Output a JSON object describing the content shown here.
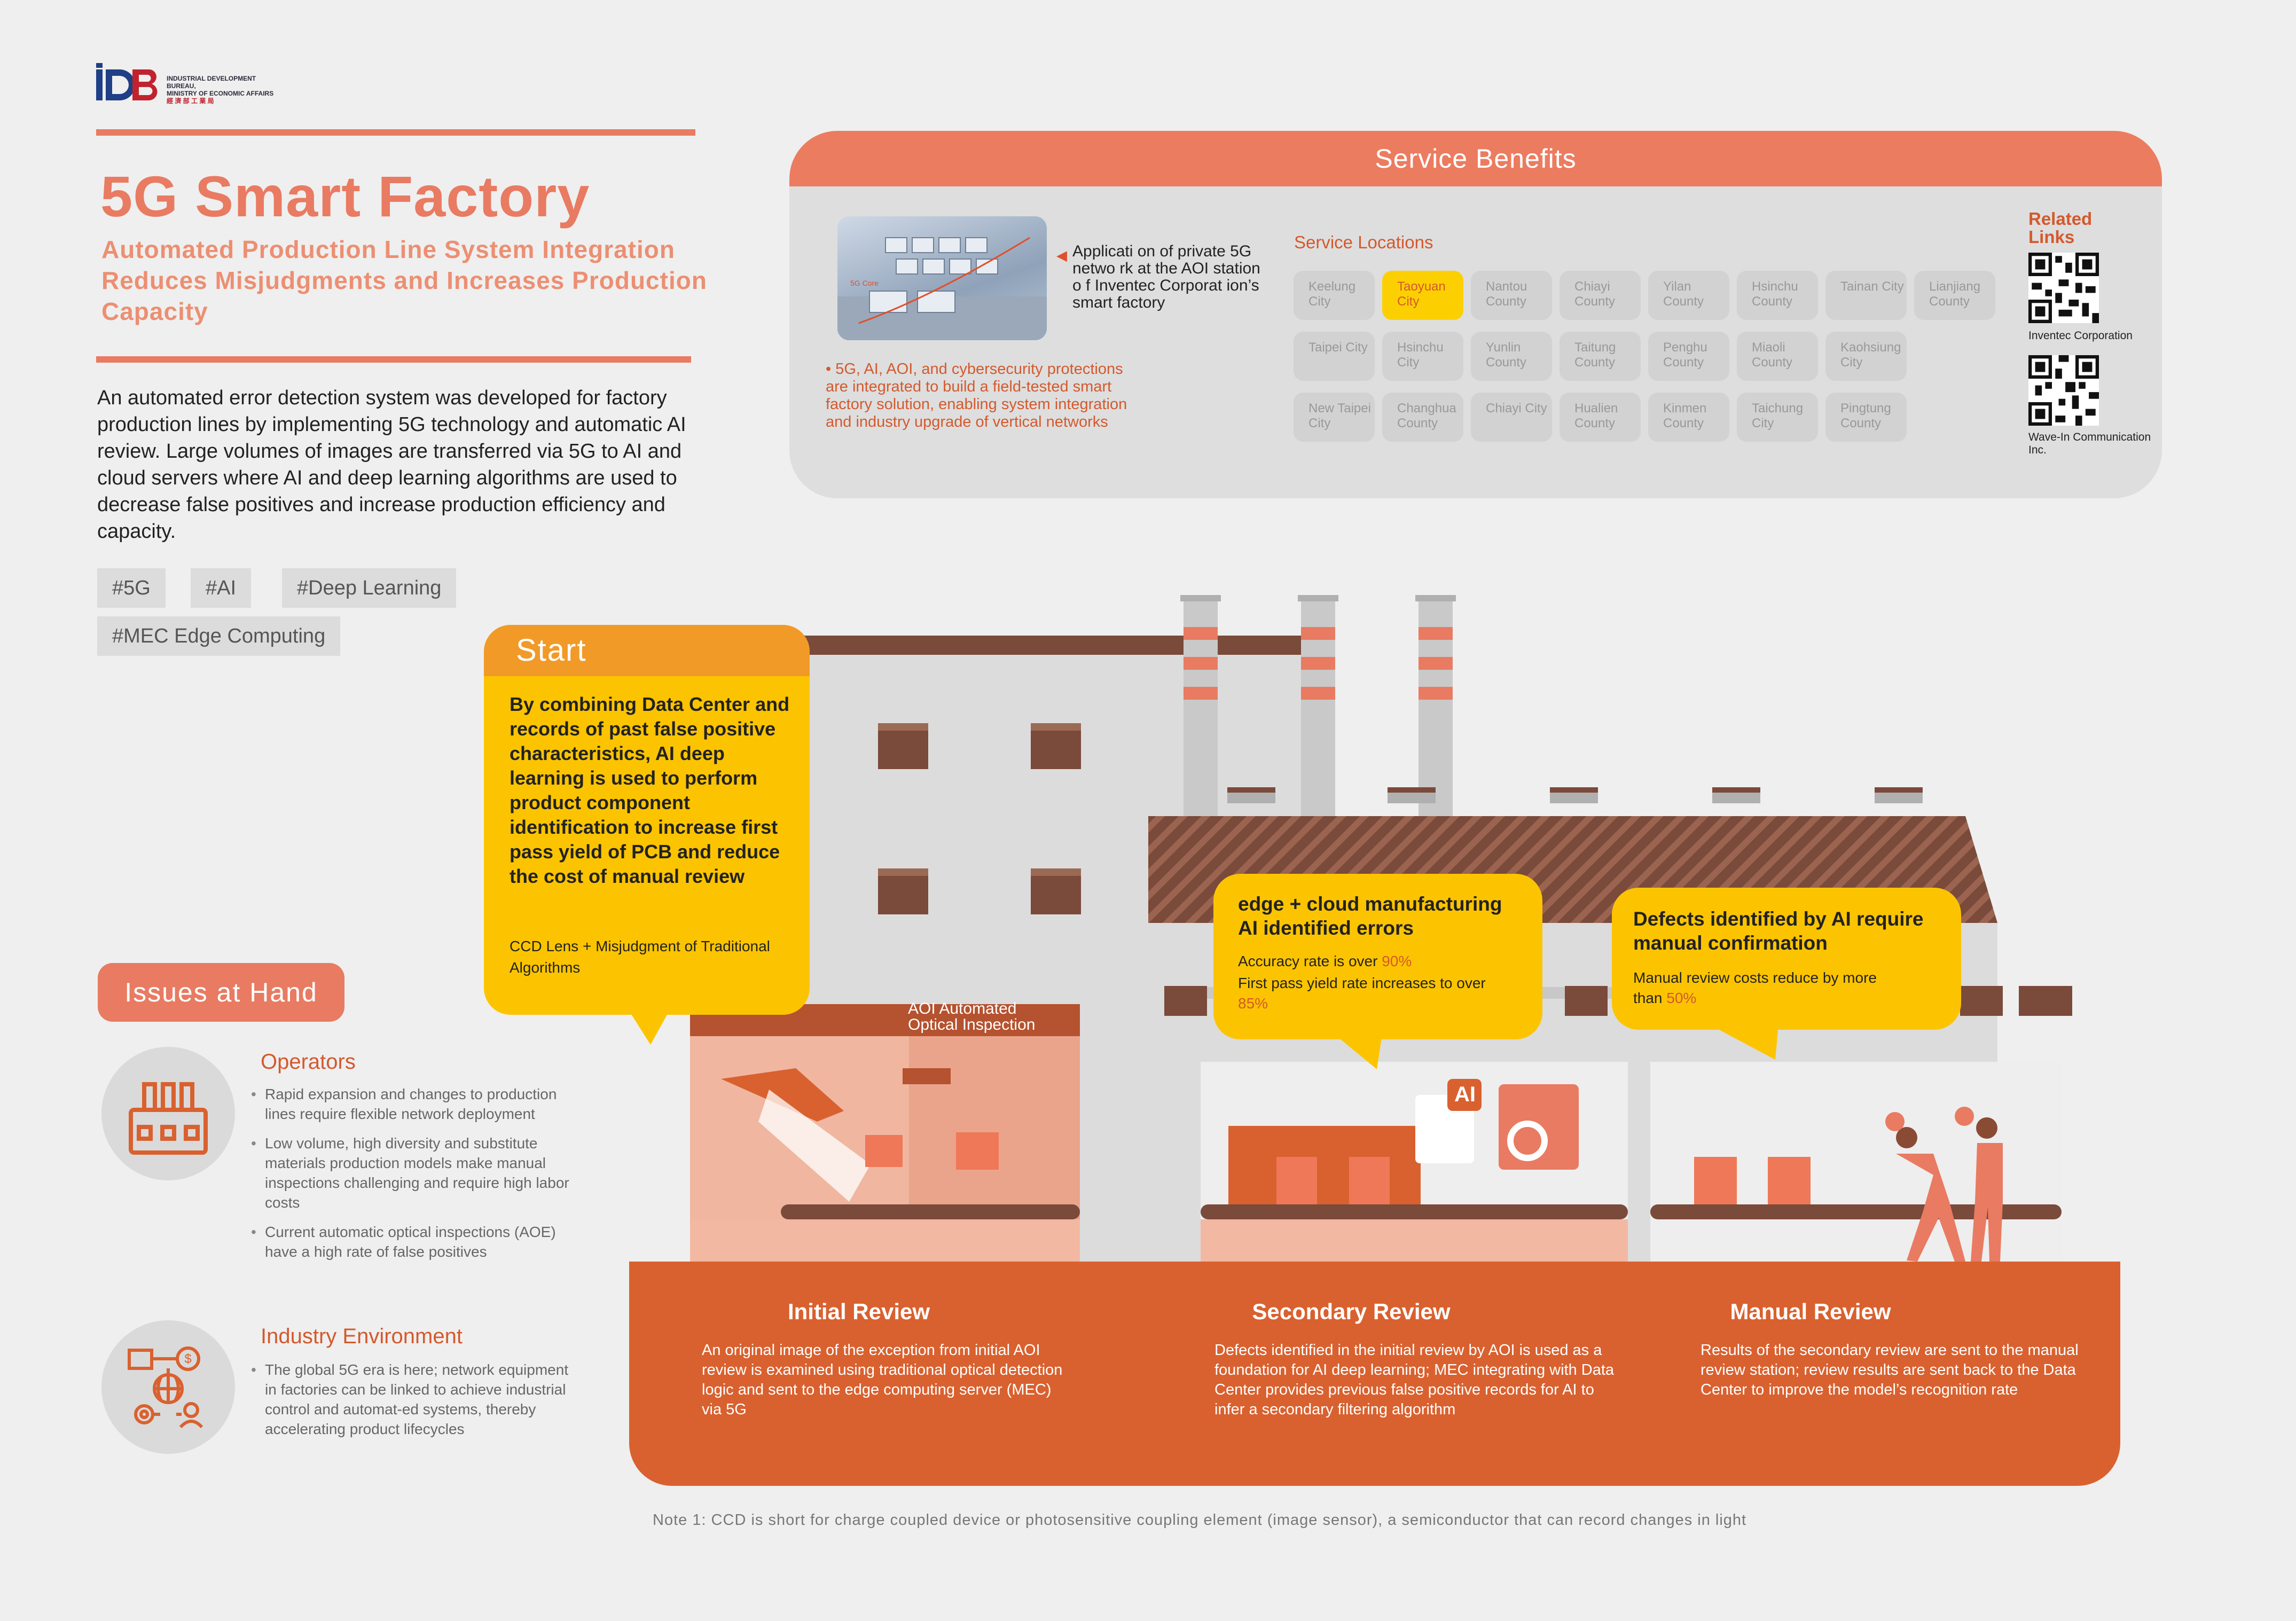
{
  "logo": {
    "mark": "iDB",
    "line1": "INDUSTRIAL DEVELOPMENT BUREAU,",
    "line2": "MINISTRY OF ECONOMIC AFFAIRS",
    "line3": "經 濟 部 工 業 局"
  },
  "header": {
    "title": "5G Smart Factory",
    "subtitle": "Automated Production Line System Integration Reduces Misjudgments and Increases Production Capacity"
  },
  "description": "An automated error detection system was developed for factory production lines by implementing 5G technology and automatic AI review. Large volumes of images are transferred via 5G to AI and cloud servers where AI and deep learning algorithms are used to decrease false positives and increase production efficiency and capacity.",
  "tags": [
    "#5G",
    "#AI",
    "#Deep Learning",
    "#MEC Edge Computing"
  ],
  "issues": {
    "title": "Issues at Hand",
    "operators": {
      "heading": "Operators",
      "bullets": [
        "Rapid expansion and changes to production lines require flexible network deployment",
        "Low volume, high diversity and substitute materials production models make manual inspections challenging and require high labor costs",
        "Current automatic optical inspections (AOE) have a high rate of false positives"
      ]
    },
    "industry": {
      "heading": "Industry Environment",
      "bullets": [
        "The global 5G era is here; network equipment in factories can be linked to achieve industrial control and automat-ed systems, thereby accelerating product lifecycles"
      ]
    }
  },
  "service": {
    "title": "Service Benefits",
    "photo_label": "5G Core",
    "caption": "Applicati on of private 5G netwo rk at the AOI station o f Inventec Corporat ion’s smart factory",
    "bullet": "5G, AI, AOI, and cybersecurity protections are integrated to build a field-tested smart factory solution, enabling system integration and industry upgrade of vertical networks",
    "locations_title": "Service Locations",
    "locations": [
      [
        "Keelung City",
        "Taoyuan City",
        "Nantou County",
        "Chiayi County",
        "Yilan County",
        "Hsinchu County",
        "Tainan City",
        "Lianjiang County"
      ],
      [
        "Taipei City",
        "Hsinchu City",
        "Yunlin County",
        "Taitung County",
        "Penghu County",
        "Miaoli County",
        "Kaohsiung City"
      ],
      [
        "New Taipei City",
        "Changhua County",
        "Chiayi City",
        "Hualien County",
        "Kinmen County",
        "Taichung City",
        "Pingtung County"
      ]
    ],
    "highlight": "Taoyuan City",
    "links_title": "Related Links",
    "link1": "Inventec Corporation",
    "link2": "Wave-In Communication Inc."
  },
  "start": {
    "label": "Start",
    "body": "By combining Data Center and records of past false positive characteristics, AI deep learning is used to perform product component identification to increase first pass yield of PCB and reduce the cost of manual review",
    "note": "CCD Lens + Misjudgment of Traditional Algorithms"
  },
  "aoi_label": "AOI Automated Optical Inspection",
  "ai_badge": "AI",
  "bubble2": {
    "title": "edge + cloud manufacturing AI identified errors",
    "line1_pre": "Accuracy rate is over ",
    "line1_val": "90%",
    "line2_pre": "First pass yield rate increases to over ",
    "line2_val": "85%"
  },
  "bubble3": {
    "title": "Defects identified by AI require manual confirmation",
    "line_pre": "Manual review costs reduce by more than ",
    "line_val": "50%"
  },
  "reviews": [
    {
      "title": "Initial Review",
      "text": "An original image of the exception from initial AOI review is examined using traditional optical detection logic and sent to the edge computing server (MEC) via 5G"
    },
    {
      "title": "Secondary Review",
      "text": "Defects identified in the initial review by AOI is used as a foundation for AI deep learning; MEC integrating with Data Center provides previous false positive records for AI to infer a secondary filtering algorithm"
    },
    {
      "title": "Manual Review",
      "text": "Results of the secondary review are sent to the manual review station; review results are sent back to the Data Center to improve the model’s recognition rate"
    }
  ],
  "footnote": "Note 1: CCD is short for charge coupled device or photosensitive coupling element (image sensor), a semiconductor that can record changes in light",
  "colors": {
    "accent": "#e87b62",
    "orange": "#d9612f",
    "yellow": "#fcc400",
    "highlight_text": "#d4592d"
  }
}
